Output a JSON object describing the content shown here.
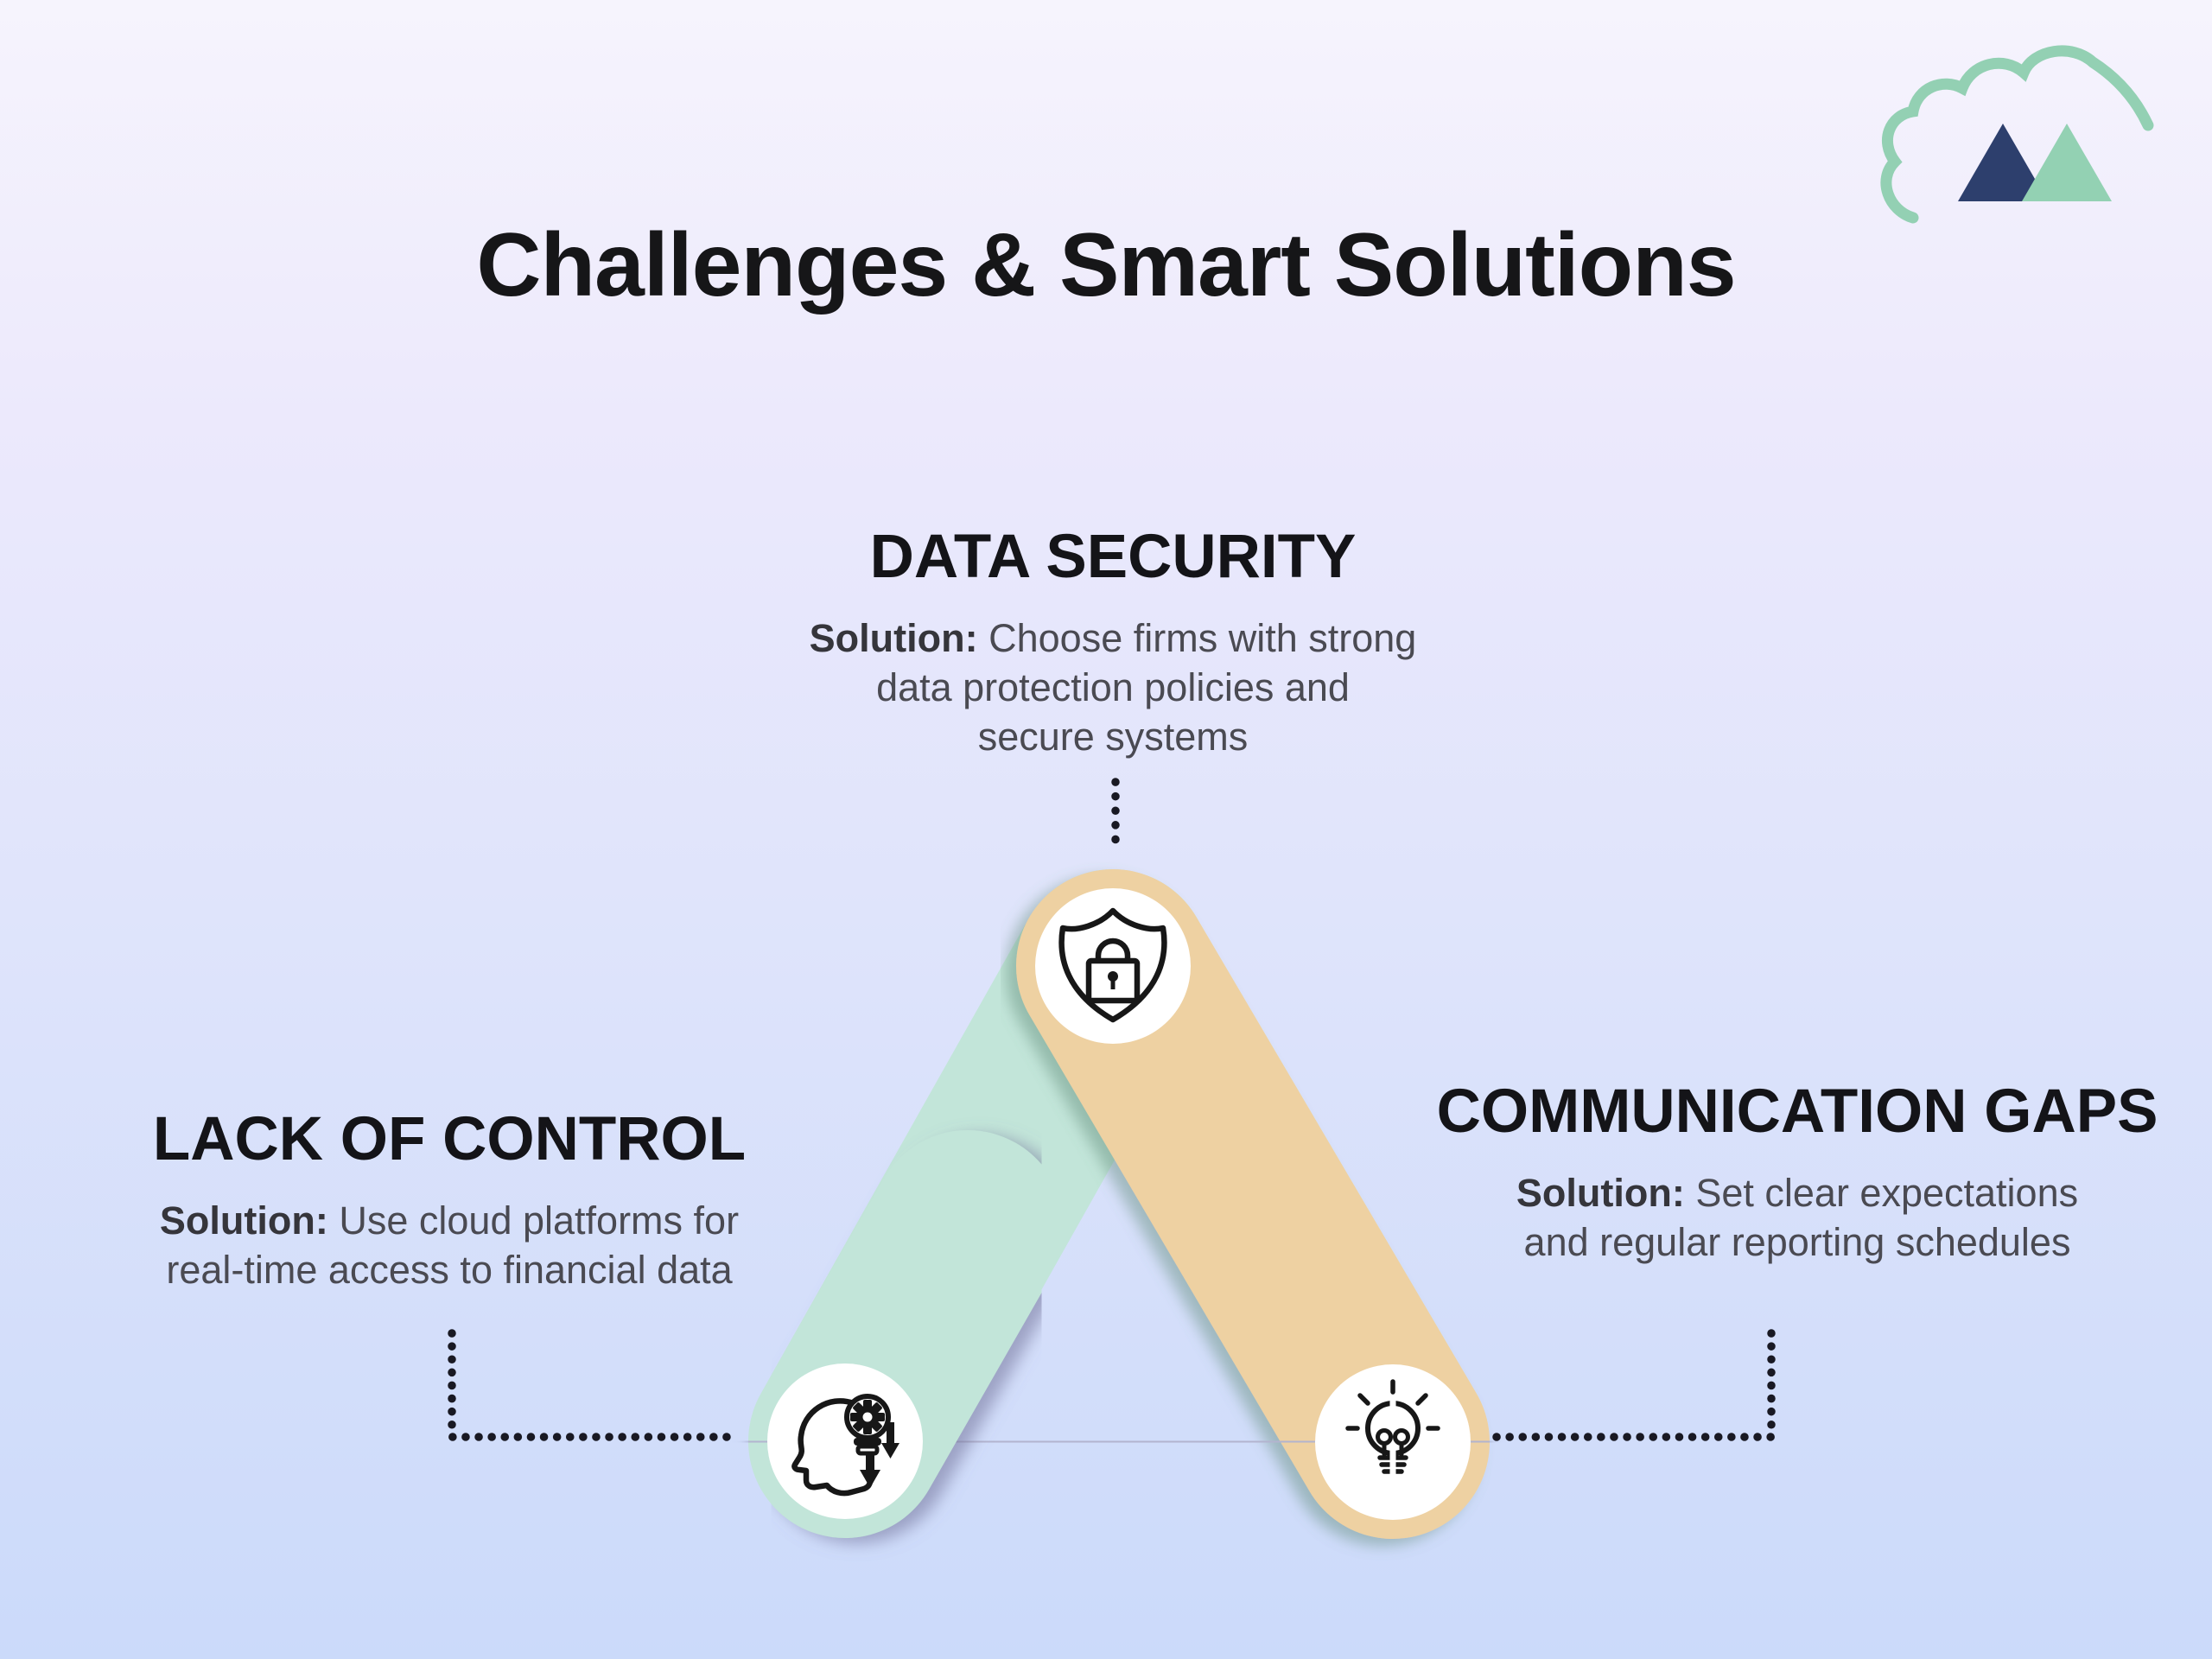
{
  "title": "Challenges & Smart Solutions",
  "sections": {
    "top": {
      "heading": "DATA SECURITY",
      "solution_label": "Solution:",
      "solution_line1": " Choose firms with strong",
      "solution_line2": "data protection policies and",
      "solution_line3": "secure systems",
      "icon": "shield-lock-icon"
    },
    "left": {
      "heading": "LACK OF CONTROL",
      "solution_label": "Solution:",
      "solution_line1": " Use cloud platforms for",
      "solution_line2": "real-time access to financial data",
      "icon": "head-gear-loss-icon"
    },
    "right": {
      "heading": "COMMUNICATION GAPS",
      "solution_label": "Solution:",
      "solution_line1": " Set clear expectations",
      "solution_line2": "and regular reporting schedules",
      "icon": "split-lightbulb-icon"
    }
  },
  "logo": {
    "name": "cloud-mountains-logo",
    "cloud_stroke": "#93d0b3",
    "navy_triangle": "#2d3f6d",
    "mint_triangle": "#93d1b3"
  },
  "colors": {
    "arm_green": "#c2e5d9",
    "arm_tan": "#eed1a2",
    "arm_purple": "#b3b4cf",
    "node_circle": "#ffffff",
    "icon_stroke": "#171717",
    "dot_color": "#191923",
    "heading_text": "#141418",
    "body_text": "#4a4a52",
    "background_top": "#f6f4fd",
    "background_bottom": "#cbdafa"
  }
}
